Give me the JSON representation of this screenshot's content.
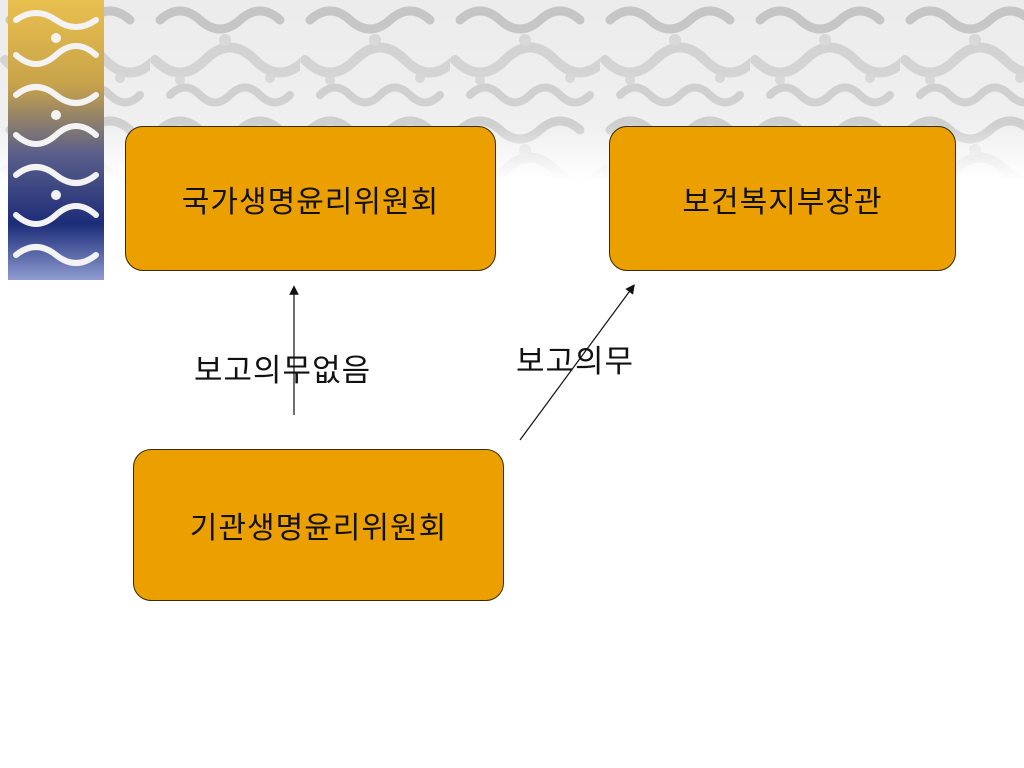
{
  "boxes": {
    "national_committee": "국가생명윤리위원회",
    "minister": "보건복지부장관",
    "institutional_committee": "기관생명윤리위원회"
  },
  "labels": {
    "no_reporting_duty": "보고의무없음",
    "reporting_duty": "보고의무"
  },
  "colors": {
    "box_fill": "#eba000",
    "box_border": "#3a2a00",
    "pattern_gray": "#c9c9c9",
    "strip_gold": "#e0b64a",
    "strip_navy": "#1c2c78"
  }
}
